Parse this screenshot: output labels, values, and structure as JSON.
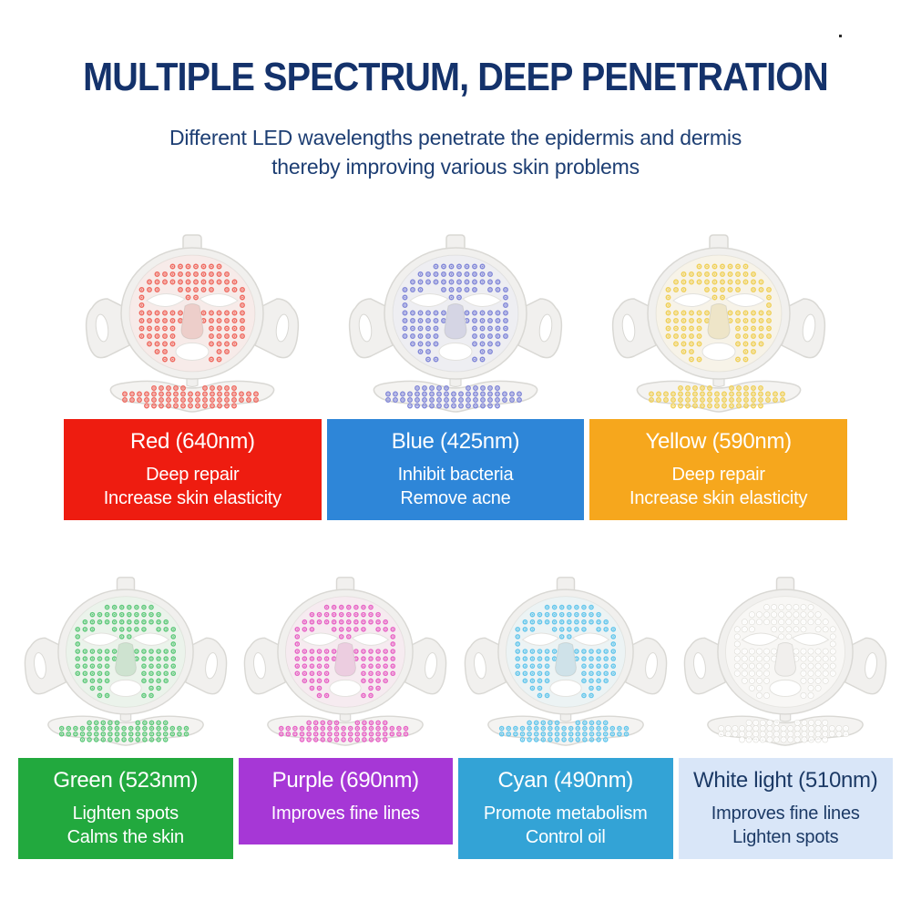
{
  "header": {
    "title": "MULTIPLE SPECTRUM, DEEP PENETRATION",
    "title_color": "#14326b",
    "subtitle_line1": "Different LED wavelengths penetrate the epidermis and dermis",
    "subtitle_line2": "thereby improving various skin problems",
    "subtitle_color": "#1d3e73"
  },
  "mask_style": {
    "plate_color": "#f1f0ee",
    "plate_stroke": "#d9d8d4",
    "inner_color": "#f8f7f5",
    "inner_stroke": "#e6e5e1",
    "cutout_stroke": "#e2e1dd",
    "nose_color": "#edebe8"
  },
  "rows": [
    {
      "panels": [
        {
          "id": "red",
          "heading": "Red (640nm)",
          "lines": [
            "Deep repair",
            "Increase skin elasticity"
          ],
          "panel_bg": "#ee1c10",
          "panel_text": "#ffffff",
          "led_color": "#ef6a60"
        },
        {
          "id": "blue",
          "heading": "Blue (425nm)",
          "lines": [
            "Inhibit bacteria",
            "Remove acne"
          ],
          "panel_bg": "#2e86d8",
          "panel_text": "#ffffff",
          "led_color": "#8187d8"
        },
        {
          "id": "yellow",
          "heading": "Yellow (590nm)",
          "lines": [
            "Deep repair",
            "Increase skin elasticity"
          ],
          "panel_bg": "#f6a71d",
          "panel_text": "#ffffff",
          "led_color": "#f0d058"
        }
      ]
    },
    {
      "panels": [
        {
          "id": "green",
          "heading": "Green (523nm)",
          "lines": [
            "Lighten spots",
            "Calms the skin"
          ],
          "panel_bg": "#22a93e",
          "panel_text": "#ffffff",
          "led_color": "#5fc97b"
        },
        {
          "id": "purple",
          "heading": "Purple (690nm)",
          "lines": [
            "Improves fine lines"
          ],
          "panel_bg": "#a637d6",
          "panel_text": "#ffffff",
          "led_color": "#e763c5"
        },
        {
          "id": "cyan",
          "heading": "Cyan (490nm)",
          "lines": [
            "Promote metabolism",
            "Control oil"
          ],
          "panel_bg": "#33a3d6",
          "panel_text": "#ffffff",
          "led_color": "#63c6ec"
        },
        {
          "id": "white",
          "heading": "White light (510nm)",
          "lines": [
            "Improves fine lines",
            "Lighten spots"
          ],
          "panel_bg": "#d9e6f8",
          "panel_text": "#1c3a66",
          "led_color": "#ffffff",
          "led_edge": "#dddcd6"
        }
      ]
    }
  ]
}
